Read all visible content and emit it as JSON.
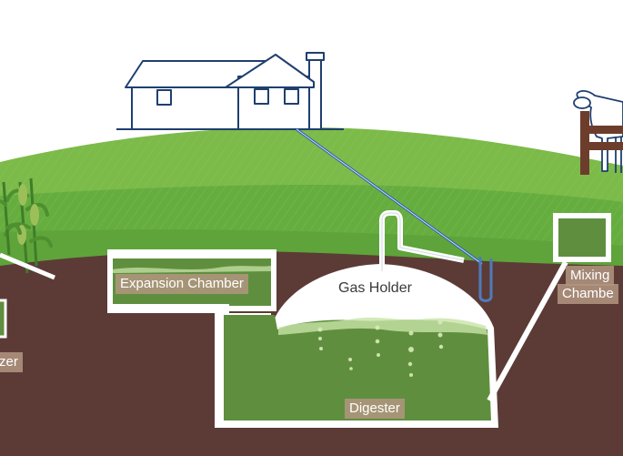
{
  "diagram": {
    "title": "",
    "labels": {
      "expansion_chamber": "Expansion Chamber",
      "gas_holder": "Gas Holder",
      "digester": "Digester",
      "mixing_line1": "Mixing",
      "mixing_line2": "Chambe",
      "fertilizer_fragment": "zer"
    },
    "colors": {
      "sky": "#ffffff",
      "grass_light": "#7cba4a",
      "grass_mid": "#5ea43a",
      "grass_dark": "#4f9a36",
      "soil": "#5c3b36",
      "slurry": "#5f8f3e",
      "structure": "#ffffff",
      "outline": "#1f3f6e",
      "label_bg": "#b29680"
    },
    "icons": [
      "house-icon",
      "cow-icon",
      "fence-icon",
      "corn-plant-icon",
      "gas-pipe-icon"
    ]
  }
}
